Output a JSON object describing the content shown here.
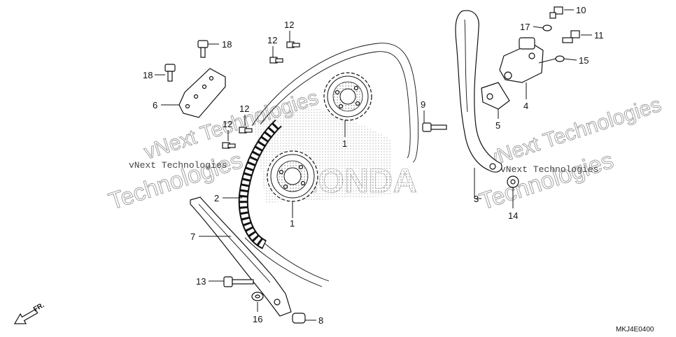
{
  "diagram": {
    "callouts": {
      "c1a": "1",
      "c1b": "1",
      "c2": "2",
      "c3": "3",
      "c4": "4",
      "c5": "5",
      "c6": "6",
      "c7": "7",
      "c8": "8",
      "c9": "9",
      "c10": "10",
      "c11": "11",
      "c12a": "12",
      "c12b": "12",
      "c12c": "12",
      "c12d": "12",
      "c13": "13",
      "c14": "14",
      "c15": "15",
      "c16": "16",
      "c17": "17",
      "c18a": "18",
      "c18b": "18"
    },
    "watermark": {
      "line1": "vNext Technologies",
      "line2": "Technologies",
      "small1": "vNext Technologies",
      "small2": "vNext Technologies"
    },
    "logo_text": "HONDA",
    "front_marker": "FR.",
    "diagram_code": "MKJ4E0400"
  }
}
